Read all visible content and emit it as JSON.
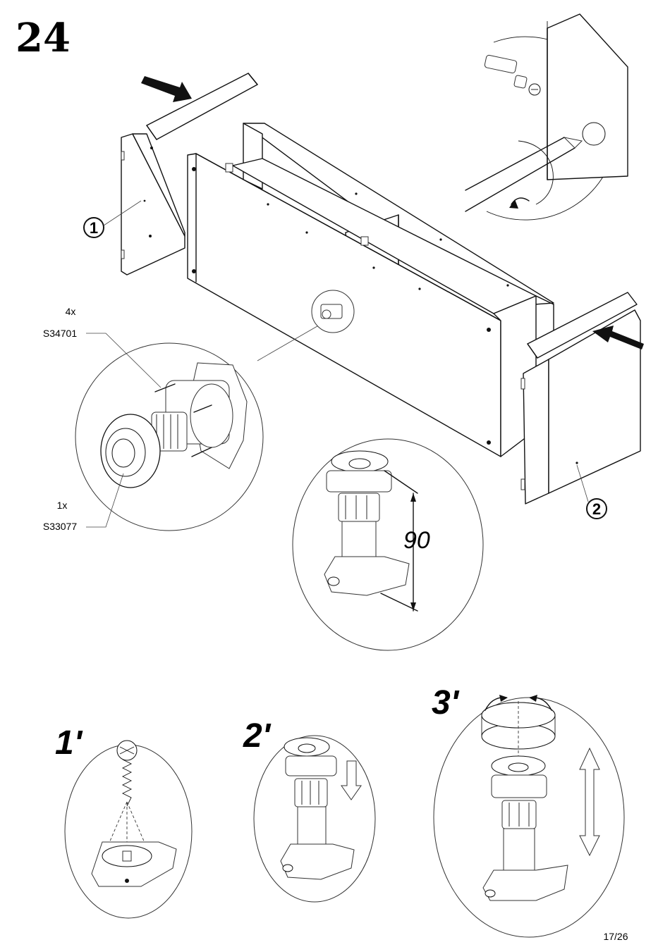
{
  "step_number": "24",
  "callouts": {
    "left_panel": "1",
    "right_panel": "2"
  },
  "parts": [
    {
      "qty": "4x",
      "code": "S34701"
    },
    {
      "qty": "1x",
      "code": "S33077"
    }
  ],
  "dimension": "90",
  "substeps": [
    "1'",
    "2'",
    "3'"
  ],
  "page_number": "17/26"
}
